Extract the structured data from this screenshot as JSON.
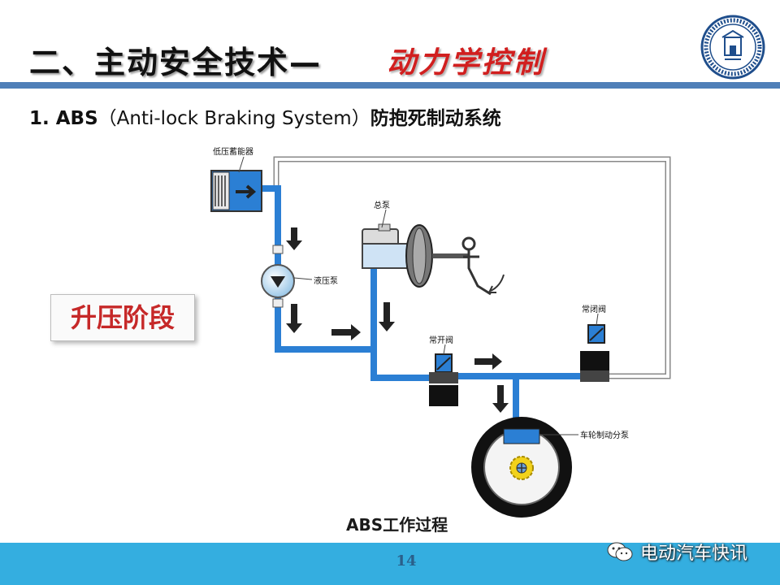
{
  "header": {
    "title_main": "二、主动安全技术—",
    "title_accent": "动力学控制"
  },
  "subtitle": {
    "prefix": "1. ABS",
    "english": "（Anti-lock Braking System）",
    "chinese": "防抱死制动系统"
  },
  "stage_label": "升压阶段",
  "diagram": {
    "labels": {
      "accumulator": "低压蓄能器",
      "master_cylinder": "总泵",
      "hydraulic_pump": "液压泵",
      "normally_open_valve": "常开阀",
      "normally_closed_valve": "常闭阀",
      "wheel_cylinder": "车轮制动分泵"
    },
    "caption": "ABS工作过程"
  },
  "footer": {
    "page_number": "14",
    "watermark": "电动汽车快讯"
  },
  "colors": {
    "pipe_blue": "#2b7fd4",
    "rule_blue": "#4f7fb8",
    "footer_blue": "#34aee0",
    "accent_red": "#d11f1f"
  }
}
